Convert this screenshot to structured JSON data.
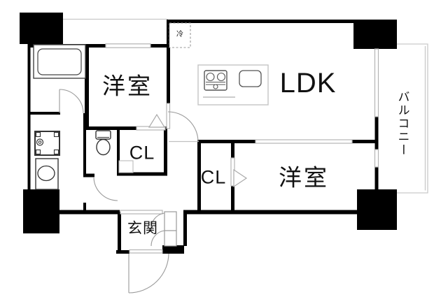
{
  "labels": {
    "western_room_1": "洋室",
    "ldk": "LDK",
    "western_room_2": "洋室",
    "closet_1": "CL",
    "closet_2": "CL",
    "entrance": "玄関",
    "balcony": "バルコニー",
    "refrigerator": "冷"
  },
  "colors": {
    "wall": "#000000",
    "window_line": "#b3b3b3",
    "balcony_line": "#c9c9c9",
    "fixture_line": "#555555",
    "text": "#111111"
  }
}
